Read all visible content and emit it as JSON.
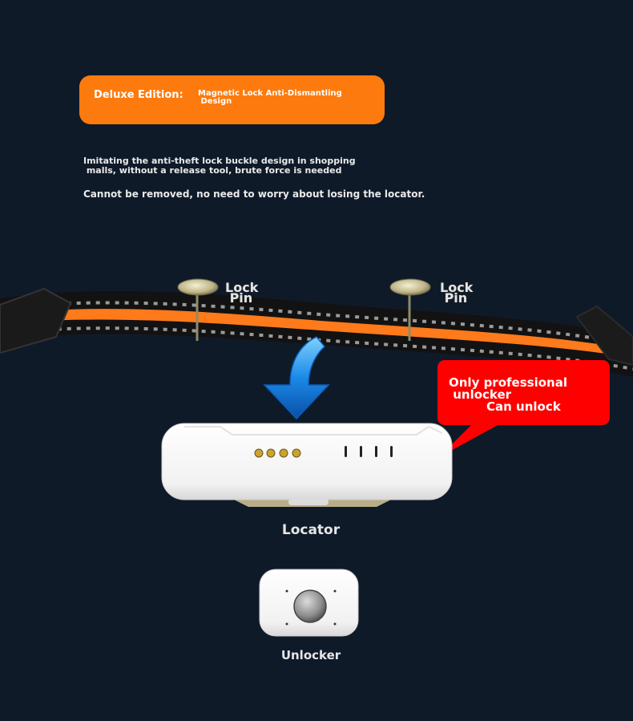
{
  "banner": {
    "label": "Deluxe Edition:",
    "text": "Magnetic Lock Anti-Dismantling\n Design"
  },
  "description": {
    "line1": "Imitating the anti-theft lock buckle design in shopping\n malls, without a release tool, brute force is needed",
    "line2": "Cannot be removed, no need to worry about losing the locator."
  },
  "pins": [
    {
      "label": "Lock\n Pin"
    },
    {
      "label": "Lock\n Pin"
    }
  ],
  "callout": {
    "text": "Only professional\n unlocker\n         Can unlock"
  },
  "captions": {
    "locator": "Locator",
    "unlocker": "Unlocker"
  },
  "colors": {
    "background": "#0f1a29",
    "banner": "#fd7b0e",
    "strap_stripe": "#ff7a1a",
    "callout": "#ff0000",
    "arrow": "#1a8ae6"
  }
}
